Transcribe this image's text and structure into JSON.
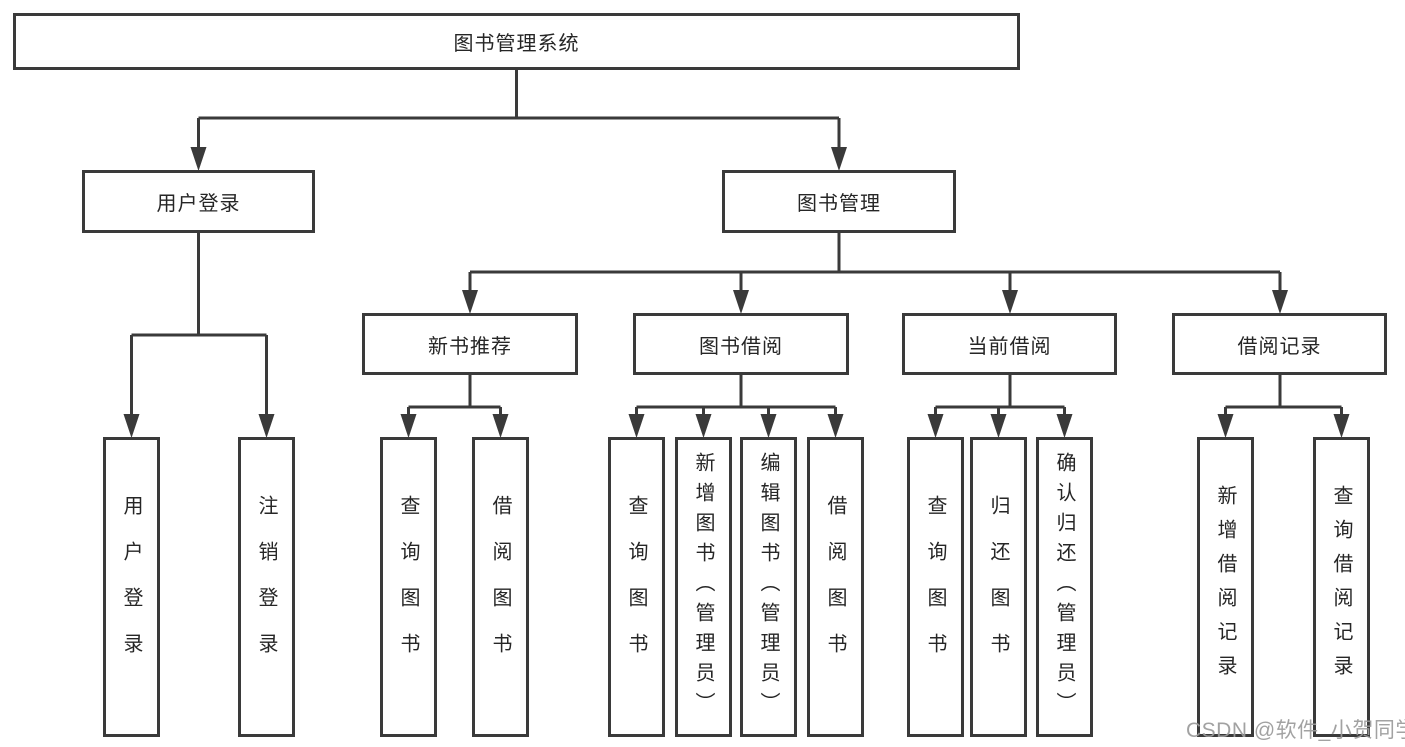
{
  "diagram": {
    "root": {
      "label": "图书管理系统"
    },
    "branches": {
      "user_login": {
        "label": "用户登录",
        "children": {
          "login": "用户登录",
          "logout": "注销登录"
        }
      },
      "book_management": {
        "label": "图书管理",
        "sections": {
          "new_books": {
            "label": "新书推荐",
            "children": {
              "query": "查询图书",
              "borrow": "借阅图书"
            }
          },
          "borrowing": {
            "label": "图书借阅",
            "children": {
              "query": "查询图书",
              "add": "新增图书（管理员）",
              "edit": "编辑图书（管理员）",
              "borrow": "借阅图书"
            }
          },
          "current": {
            "label": "当前借阅",
            "children": {
              "query": "查询图书",
              "return": "归还图书",
              "confirm": "确认归还（管理员）"
            }
          },
          "records": {
            "label": "借阅记录",
            "children": {
              "add": "新增借阅记录",
              "query": "查询借阅记录"
            }
          }
        }
      }
    },
    "colors": {
      "line": "#3a3a3a",
      "text": "#262626",
      "watermark": "#9b9b9b"
    }
  },
  "watermark": {
    "text": "CSDN @软件_小贺同学"
  }
}
